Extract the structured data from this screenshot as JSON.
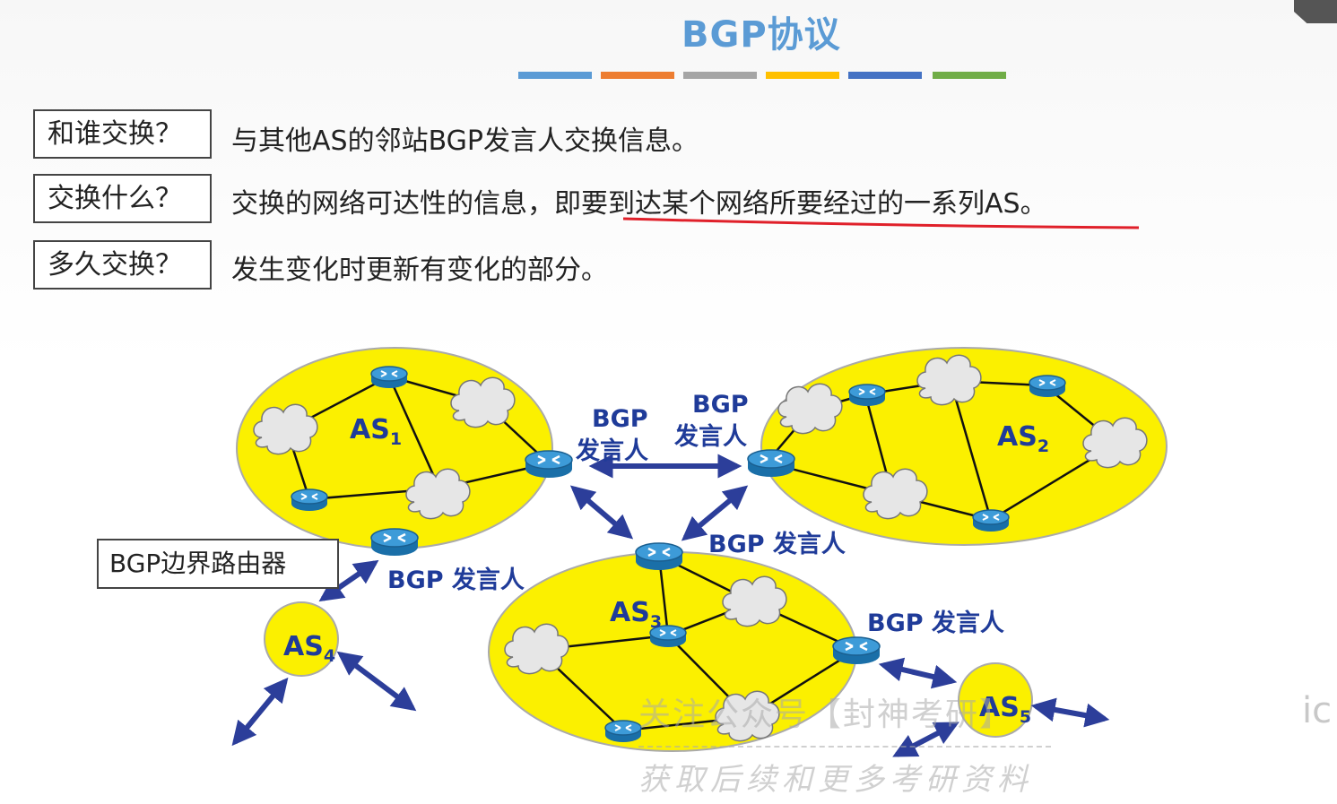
{
  "title": "BGP协议",
  "accent_colors": [
    "#5b9bd5",
    "#ed7d31",
    "#a5a5a5",
    "#ffc000",
    "#4472c4",
    "#70ad47"
  ],
  "qa": [
    {
      "question": "和谁交换？",
      "answer": "与其他AS的邻站BGP发言人交换信息。"
    },
    {
      "question": "交换什么？",
      "answer_plain": "交换的网络可达性的信息，",
      "answer_emphasis": "即要到达某个网络所要经过的一系列AS。"
    },
    {
      "question": "多久交换？",
      "answer": "发生变化时更新有变化的部分。"
    }
  ],
  "emphasis_color": "#e0202a",
  "diagram": {
    "as_labels": {
      "as1": "AS",
      "as1_sub": "1",
      "as2": "AS",
      "as2_sub": "2",
      "as3": "AS",
      "as3_sub": "3",
      "as4": "AS",
      "as4_sub": "4",
      "as5": "AS",
      "as5_sub": "5"
    },
    "speaker_label_bgp": "BGP",
    "speaker_label_fayanren": "发言人",
    "speaker_label_full": "BGP 发言人",
    "border_router_label": "BGP边界路由器",
    "as_fill": "#fbf000",
    "link_color": "#2c3e9a"
  },
  "watermark": {
    "line1": "关注公众号【封神考研】",
    "line2": "获取后续和更多考研资料"
  },
  "side_mark": "ic"
}
